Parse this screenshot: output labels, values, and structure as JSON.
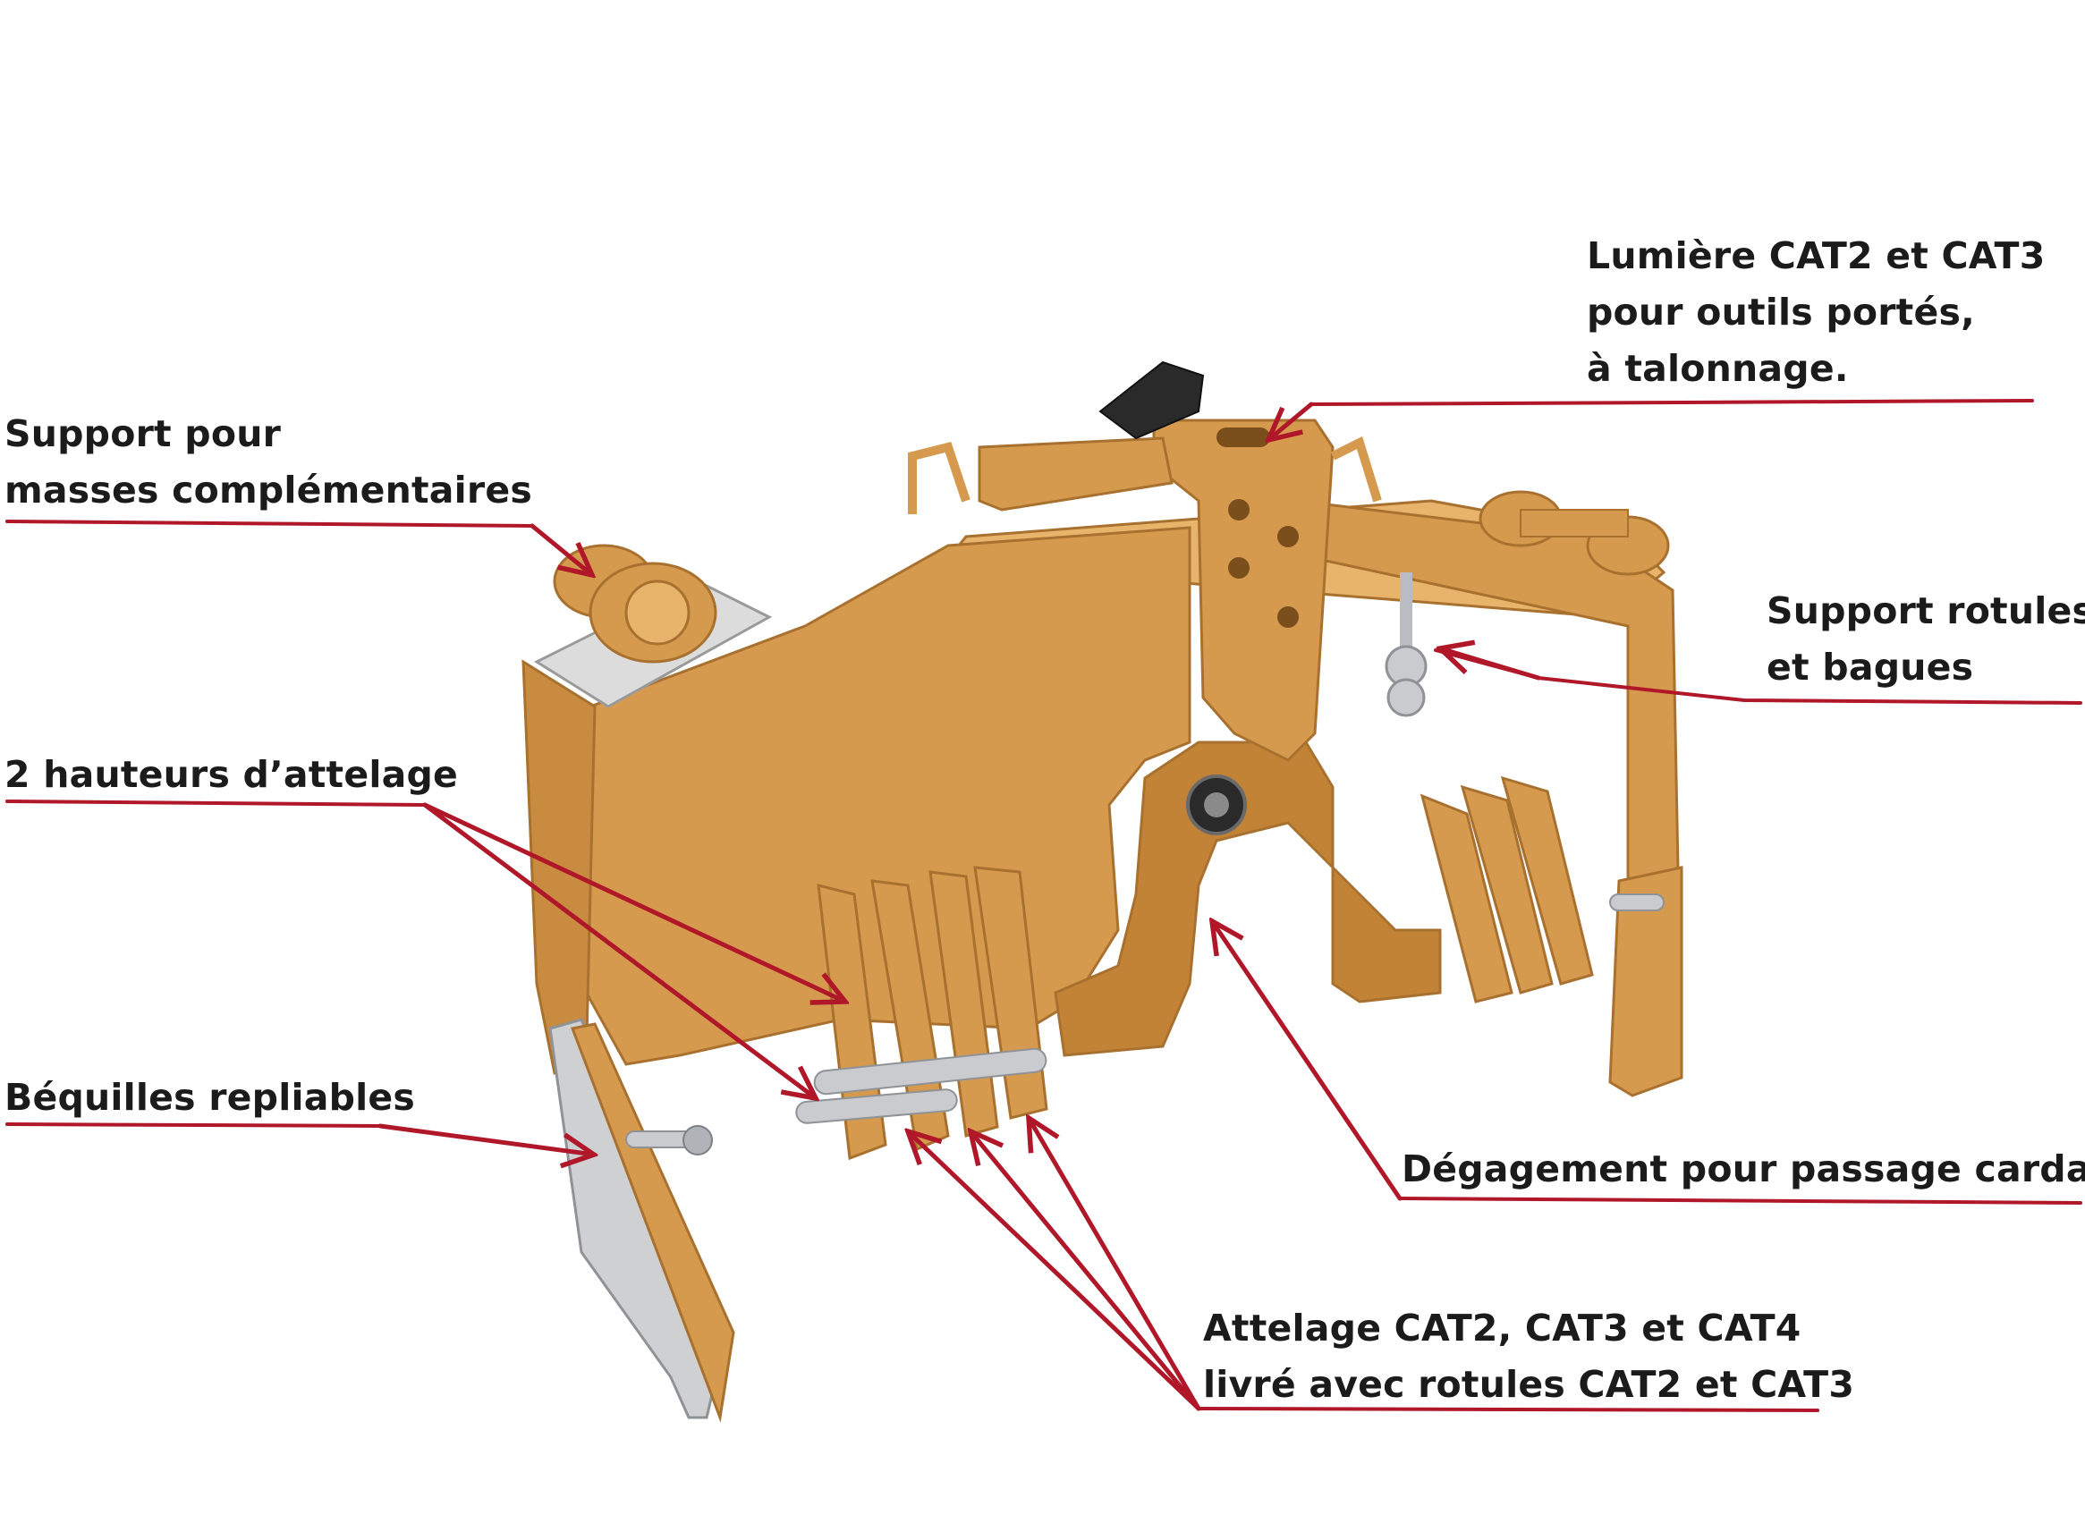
{
  "colors": {
    "background": "#ffffff",
    "text": "#1b1b1b",
    "leader_arrow": "#b0182a",
    "machine_body": "#d69a4e",
    "machine_shadow": "#a8712f",
    "machine_highlight": "#e8b36a",
    "steel": "#c9cbcf",
    "rubber": "#2a2a2a"
  },
  "callouts": {
    "lumiere": {
      "lines": [
        "Lumière CAT2 et CAT3",
        "pour outils portés,",
        "à talonnage."
      ]
    },
    "support_masses": {
      "lines": [
        "Support pour",
        "masses complémentaires"
      ]
    },
    "support_rotules": {
      "lines": [
        "Support rotules",
        "et bagues"
      ]
    },
    "hauteurs": {
      "lines": [
        "2 hauteurs d’attelage"
      ]
    },
    "bequilles": {
      "lines": [
        "Béquilles repliables"
      ]
    },
    "degagement": {
      "lines": [
        "Dégagement pour passage cardan"
      ]
    },
    "attelage": {
      "lines": [
        "Attelage CAT2, CAT3 et CAT4",
        "livré avec rotules CAT2 et CAT3"
      ]
    }
  },
  "image": {
    "subject": "orange three-point hitch frame (trisbocks)",
    "icon": "photo-icon"
  }
}
